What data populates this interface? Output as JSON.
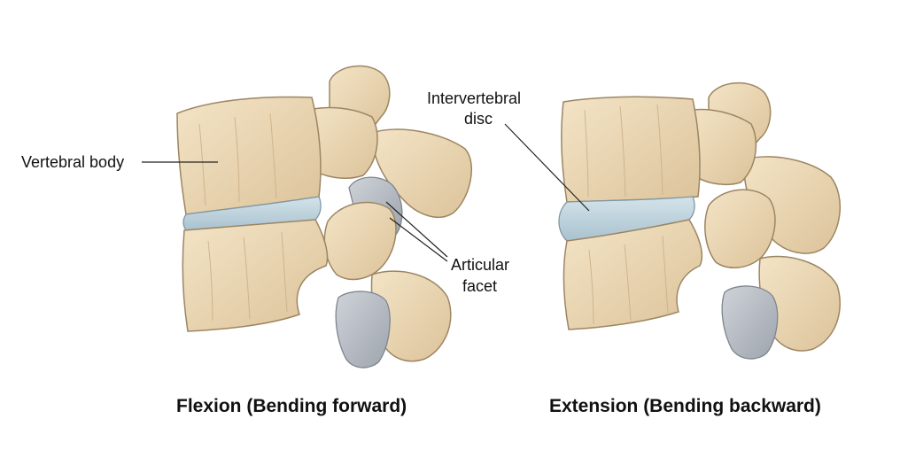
{
  "labels": {
    "vertebral_body": "Vertebral body",
    "intervertebral_disc_line1": "Intervertebral",
    "intervertebral_disc_line2": "disc",
    "articular_facet_line1": "Articular",
    "articular_facet_line2": "facet"
  },
  "captions": {
    "flexion": "Flexion (Bending forward)",
    "extension": "Extension (Bending backward)"
  },
  "colors": {
    "bone": "#ecd8b4",
    "bone_dark": "#c9ad82",
    "bone_outline": "#9d8563",
    "disc": "#bfd3dd",
    "facet": "#b7bcc4",
    "leader": "#222222"
  }
}
